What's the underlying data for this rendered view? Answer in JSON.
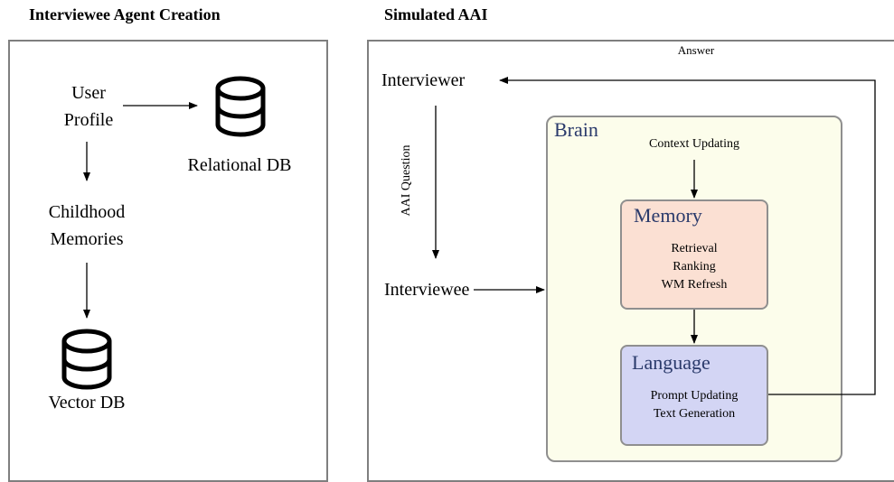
{
  "left_panel": {
    "title": "Interviewee Agent Creation",
    "user_profile": [
      "User",
      "Profile"
    ],
    "childhood_memories": [
      "Childhood",
      "Memories"
    ],
    "relational_db": "Relational DB",
    "vector_db": "Vector DB"
  },
  "right_panel": {
    "title": "Simulated AAI",
    "answer_label": "Answer",
    "interviewer": "Interviewer",
    "interviewee": "Interviewee",
    "question_label": "AAI Question",
    "brain": {
      "title": "Brain",
      "context_updating": "Context Updating",
      "memory": {
        "title": "Memory",
        "items": [
          "Retrieval",
          "Ranking",
          "WM Refresh"
        ]
      },
      "language": {
        "title": "Language",
        "items": [
          "Prompt Updating",
          "Text Generation"
        ]
      }
    }
  },
  "colors": {
    "brain_fill": "#fcfdeb",
    "memory_fill": "#fbe0d3",
    "language_fill": "#d3d5f4",
    "panel_border": "#7f7f7f",
    "box_title": "#2a3a6b"
  },
  "icons": [
    "database-icon"
  ]
}
